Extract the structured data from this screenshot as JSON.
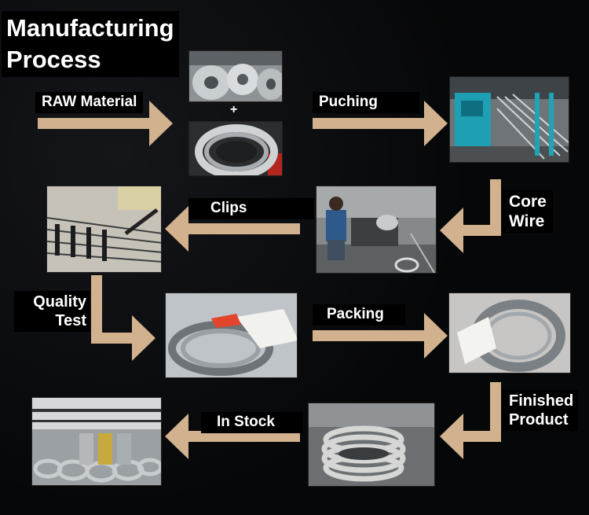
{
  "title_lines": [
    "Manufacturing",
    "Process"
  ],
  "labels": {
    "raw_material": "RAW Material",
    "plus": "+",
    "puching": "Puching",
    "core_wire_1": "Core",
    "core_wire_2": "Wire",
    "clips": "Clips",
    "quality_test_1": "Quality",
    "quality_test_2": "Test",
    "packing": "Packing",
    "finished_1": "Finished",
    "finished_2": "Product",
    "in_stock": "In Stock"
  },
  "colors": {
    "arrow": "#d2b18e",
    "background": "#050506",
    "label_bg": "#000000",
    "text": "#ffffff"
  }
}
